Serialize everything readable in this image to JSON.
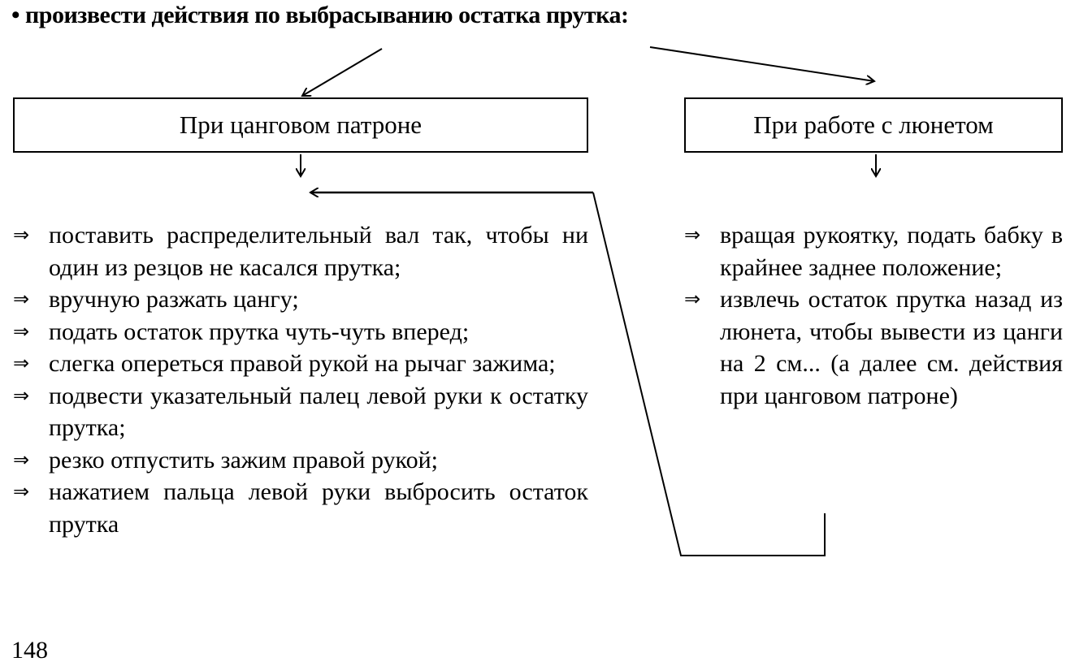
{
  "heading": "• произвести действия по выбрасыванию остатка прутка:",
  "boxes": {
    "left": "При цанговом патроне",
    "right": "При работе с люнетом"
  },
  "arrow_glyph": "⇒",
  "left_items": [
    "поставить распределительный вал так, чтобы ни один из резцов не касался прутка;",
    "вручную разжать цангу;",
    "подать остаток прутка чуть-чуть вперед;",
    "слегка опереться правой рукой на рычаг зажима;",
    "подвести указательный палец левой руки к остатку прутка;",
    "резко отпустить зажим правой рукой;",
    "нажатием пальца левой руки выбросить остаток прутка"
  ],
  "right_items": [
    "вращая рукоятку, подать бабку в крайнее заднее положение;",
    "извлечь остаток прутка назад из люнета, чтобы вывести из цанги на 2 см... (а далее см. действия при цанговом патроне)"
  ],
  "page_number": "148"
}
